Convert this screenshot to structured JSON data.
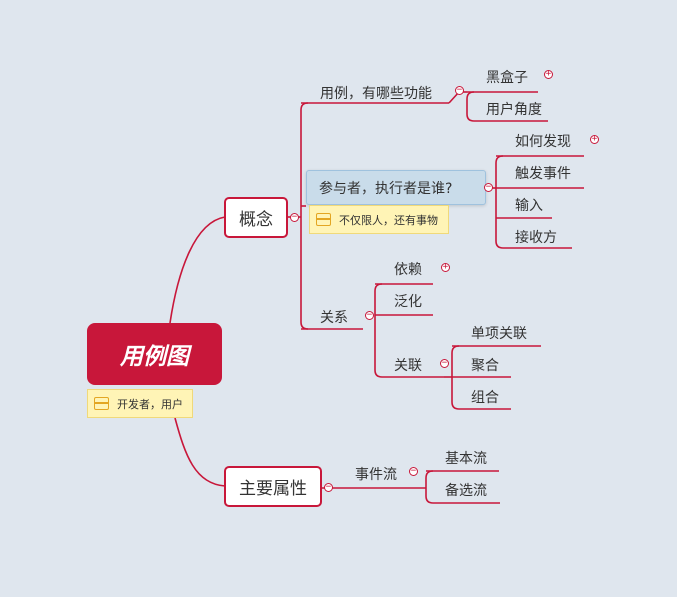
{
  "root": {
    "label": "用例图",
    "note": "开发者，用户"
  },
  "branch_concept": {
    "label": "概念",
    "usecase": {
      "label": "用例，有哪些功能",
      "children": [
        "黑盒子",
        "用户角度"
      ]
    },
    "actor": {
      "label": "参与者，执行者是谁?",
      "note": "不仅限人，还有事物",
      "children": [
        "如何发现",
        "触发事件",
        "输入",
        "接收方"
      ]
    },
    "relation": {
      "label": "关系",
      "children": [
        "依赖",
        "泛化"
      ],
      "association": {
        "label": "关联",
        "children": [
          "单项关联",
          "聚合",
          "组合"
        ]
      }
    }
  },
  "branch_attrs": {
    "label": "主要属性",
    "event_flow": {
      "label": "事件流",
      "children": [
        "基本流",
        "备选流"
      ]
    }
  },
  "colors": {
    "accent": "#c8173a",
    "background": "#dfe6ee",
    "note": "#fff4b6",
    "selected": "#c9dcea"
  }
}
